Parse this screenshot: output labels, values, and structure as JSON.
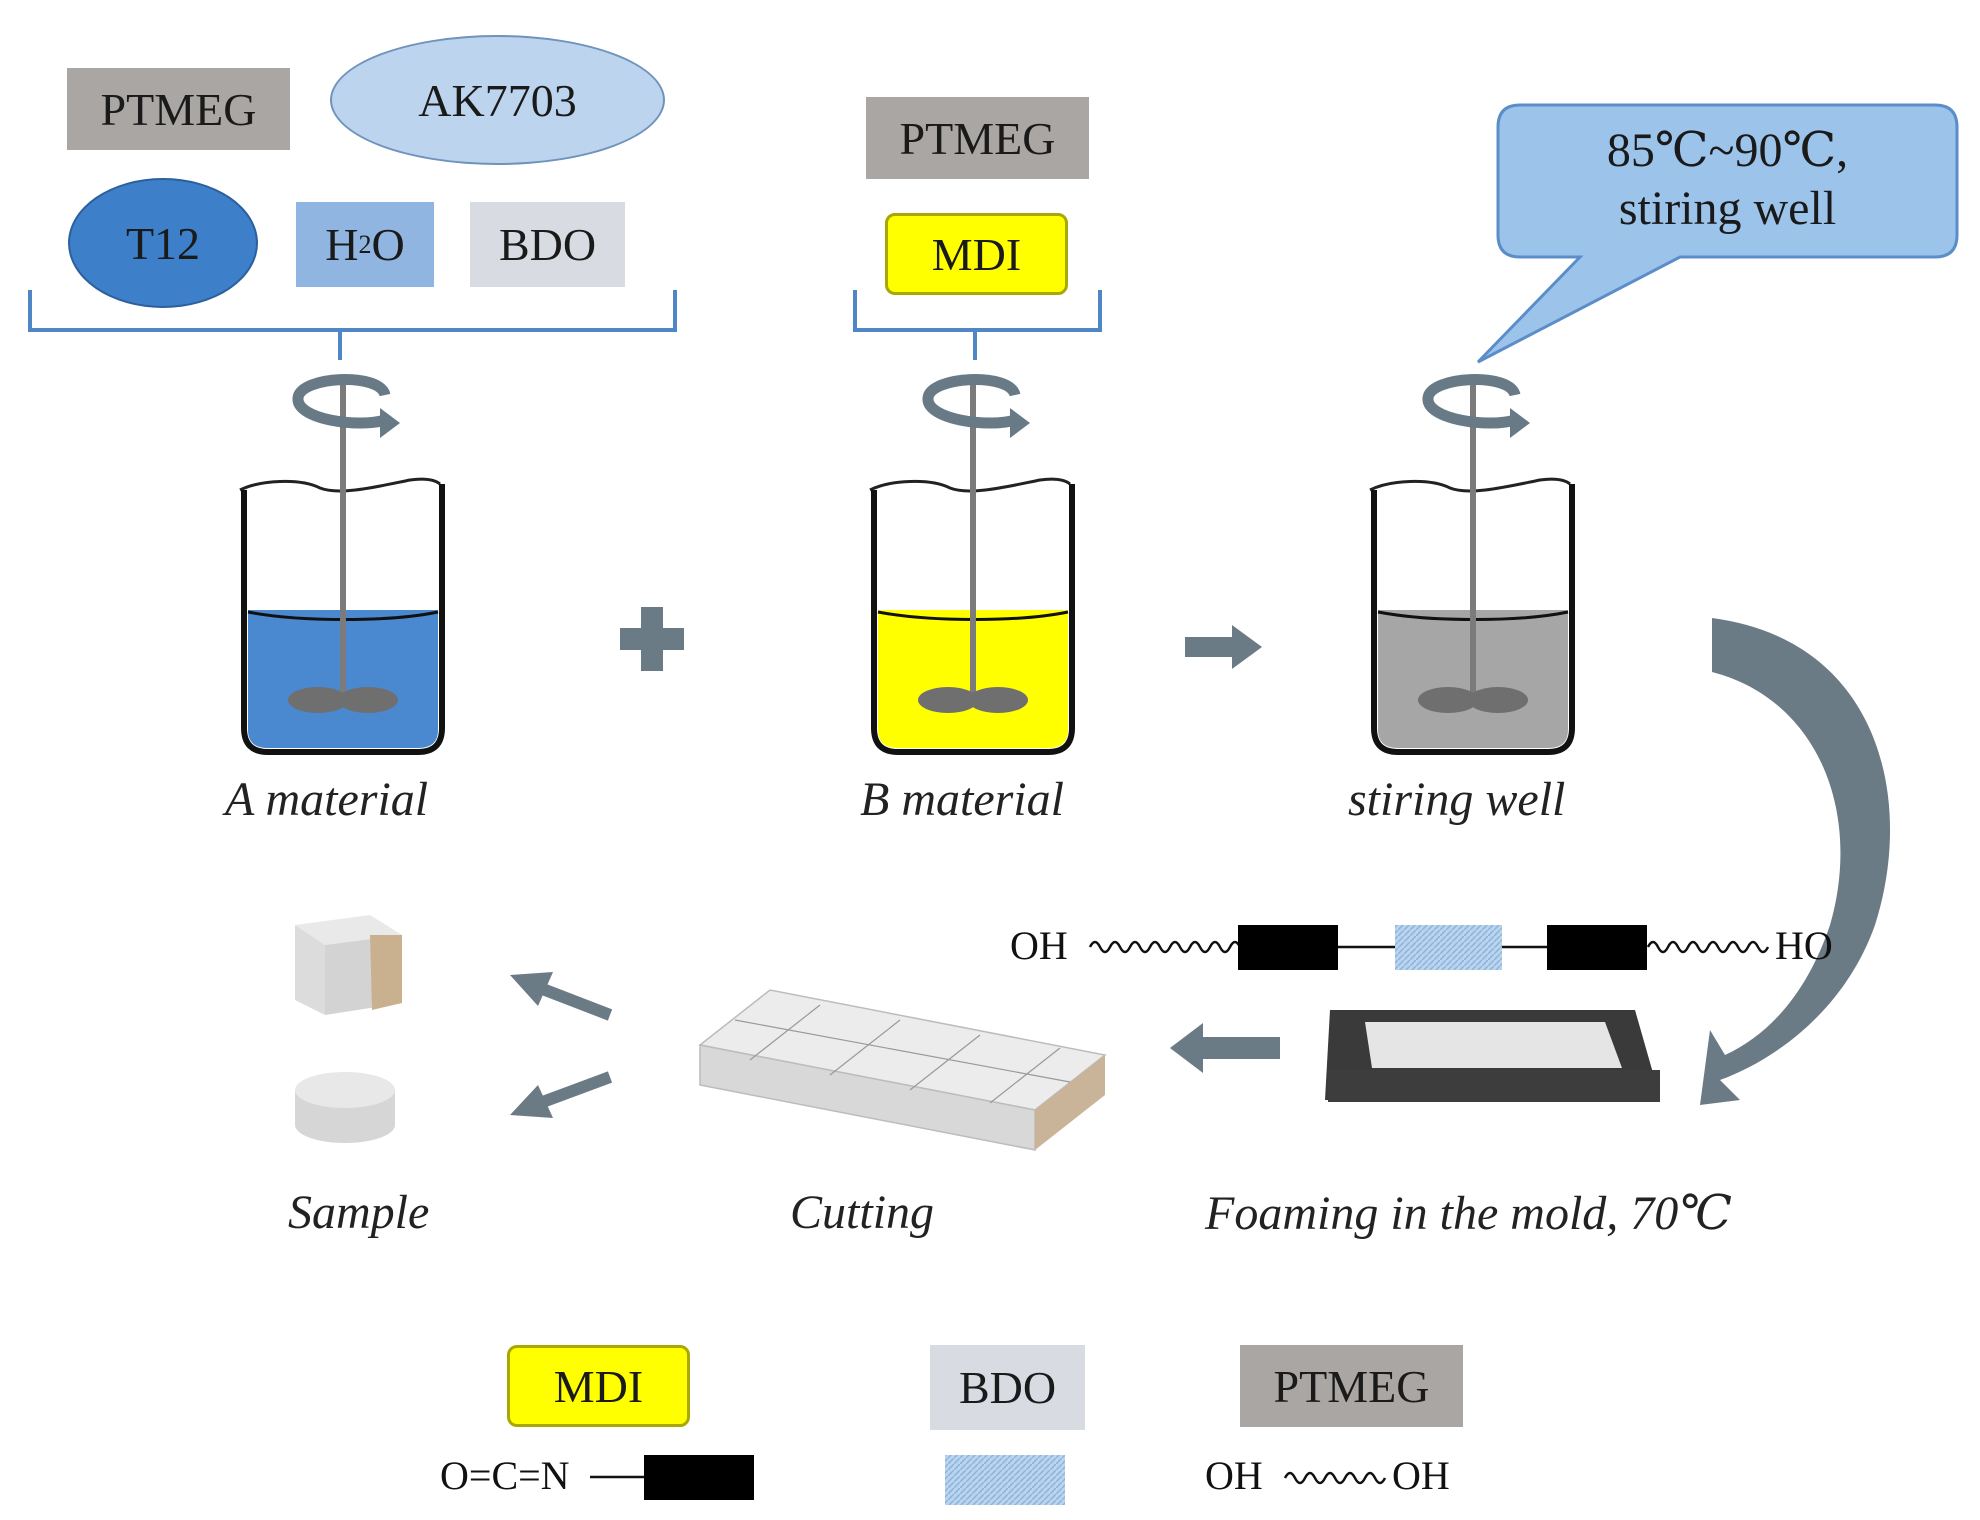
{
  "group_a": {
    "ptmeg": "PTMEG",
    "ak7703": "AK7703",
    "t12": "T12",
    "h2o_main": "H",
    "h2o_sub": "2",
    "h2o_end": "O",
    "bdo": "BDO"
  },
  "group_b": {
    "ptmeg": "PTMEG",
    "mdi": "MDI"
  },
  "callout": {
    "line1": "85℃~90℃,",
    "line2": "stiring well"
  },
  "captions": {
    "a_material": "A material",
    "b_material": "B material",
    "stiring_well": "stiring well",
    "sample": "Sample",
    "cutting": "Cutting",
    "foaming": "Foaming in the mold, 70℃"
  },
  "chain": {
    "left_end": "OH",
    "right_end": "HO"
  },
  "legend": {
    "mdi_label": "MDI",
    "mdi_formula": "O=C=N",
    "bdo_label": "BDO",
    "ptmeg_label": "PTMEG",
    "ptmeg_left": "OH",
    "ptmeg_right": "OH"
  },
  "colors": {
    "a_liquid": "#4a88cf",
    "b_liquid": "#ffff00",
    "mix_liquid": "#a6a6a6",
    "arrow_gray": "#6b7b86"
  }
}
